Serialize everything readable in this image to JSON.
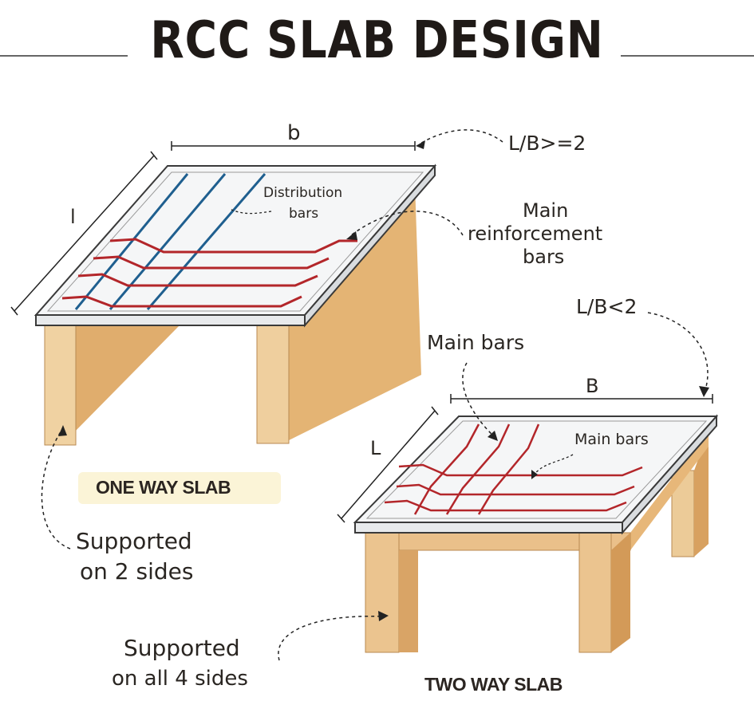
{
  "title": "RCC SLAB DESIGN",
  "one_way": {
    "dim_b": "b",
    "dim_l": "l",
    "ratio": "L/B>=2",
    "distribution_1": "Distribution",
    "distribution_2": "bars",
    "main_1": "Main",
    "main_2": "reinforcement",
    "main_3": "bars",
    "caption": "ONE WAY SLAB",
    "support_1": "Supported",
    "support_2": "on 2 sides"
  },
  "two_way": {
    "ratio": "L/B<2",
    "main_bars_outer": "Main bars",
    "dim_B": "B",
    "dim_L": "L",
    "main_bars_inner": "Main bars",
    "caption": "TWO WAY SLAB",
    "support_1": "Supported",
    "support_2": "on all 4 sides"
  },
  "colors": {
    "slab_top": "#f4f5f6",
    "slab_edge": "#3a3a3a",
    "wood": "#e3b67e",
    "wood_dark": "#c98f55",
    "rebar_main": "#b3262a",
    "rebar_distribution": "#1f5f8f",
    "caption_highlight": "#fbf3d3"
  }
}
